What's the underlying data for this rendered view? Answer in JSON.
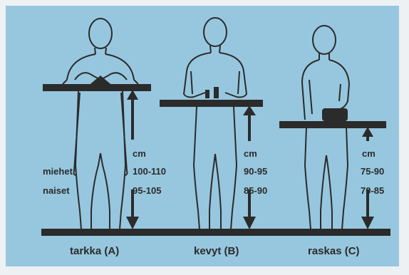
{
  "diagram": {
    "colors": {
      "background": "#97c7de",
      "ink": "#2b2b2b"
    },
    "row_labels": {
      "men": "miehet",
      "women": "naiset"
    },
    "stations": [
      {
        "unit": "cm",
        "men_range": "100-110",
        "women_range": "95-105",
        "caption": "tarkka (A)"
      },
      {
        "unit": "cm",
        "men_range": "90-95",
        "women_range": "85-90",
        "caption": "kevyt (B)"
      },
      {
        "unit": "cm",
        "men_range": "75-90",
        "women_range": "70-85",
        "caption": "raskas (C)"
      }
    ]
  }
}
